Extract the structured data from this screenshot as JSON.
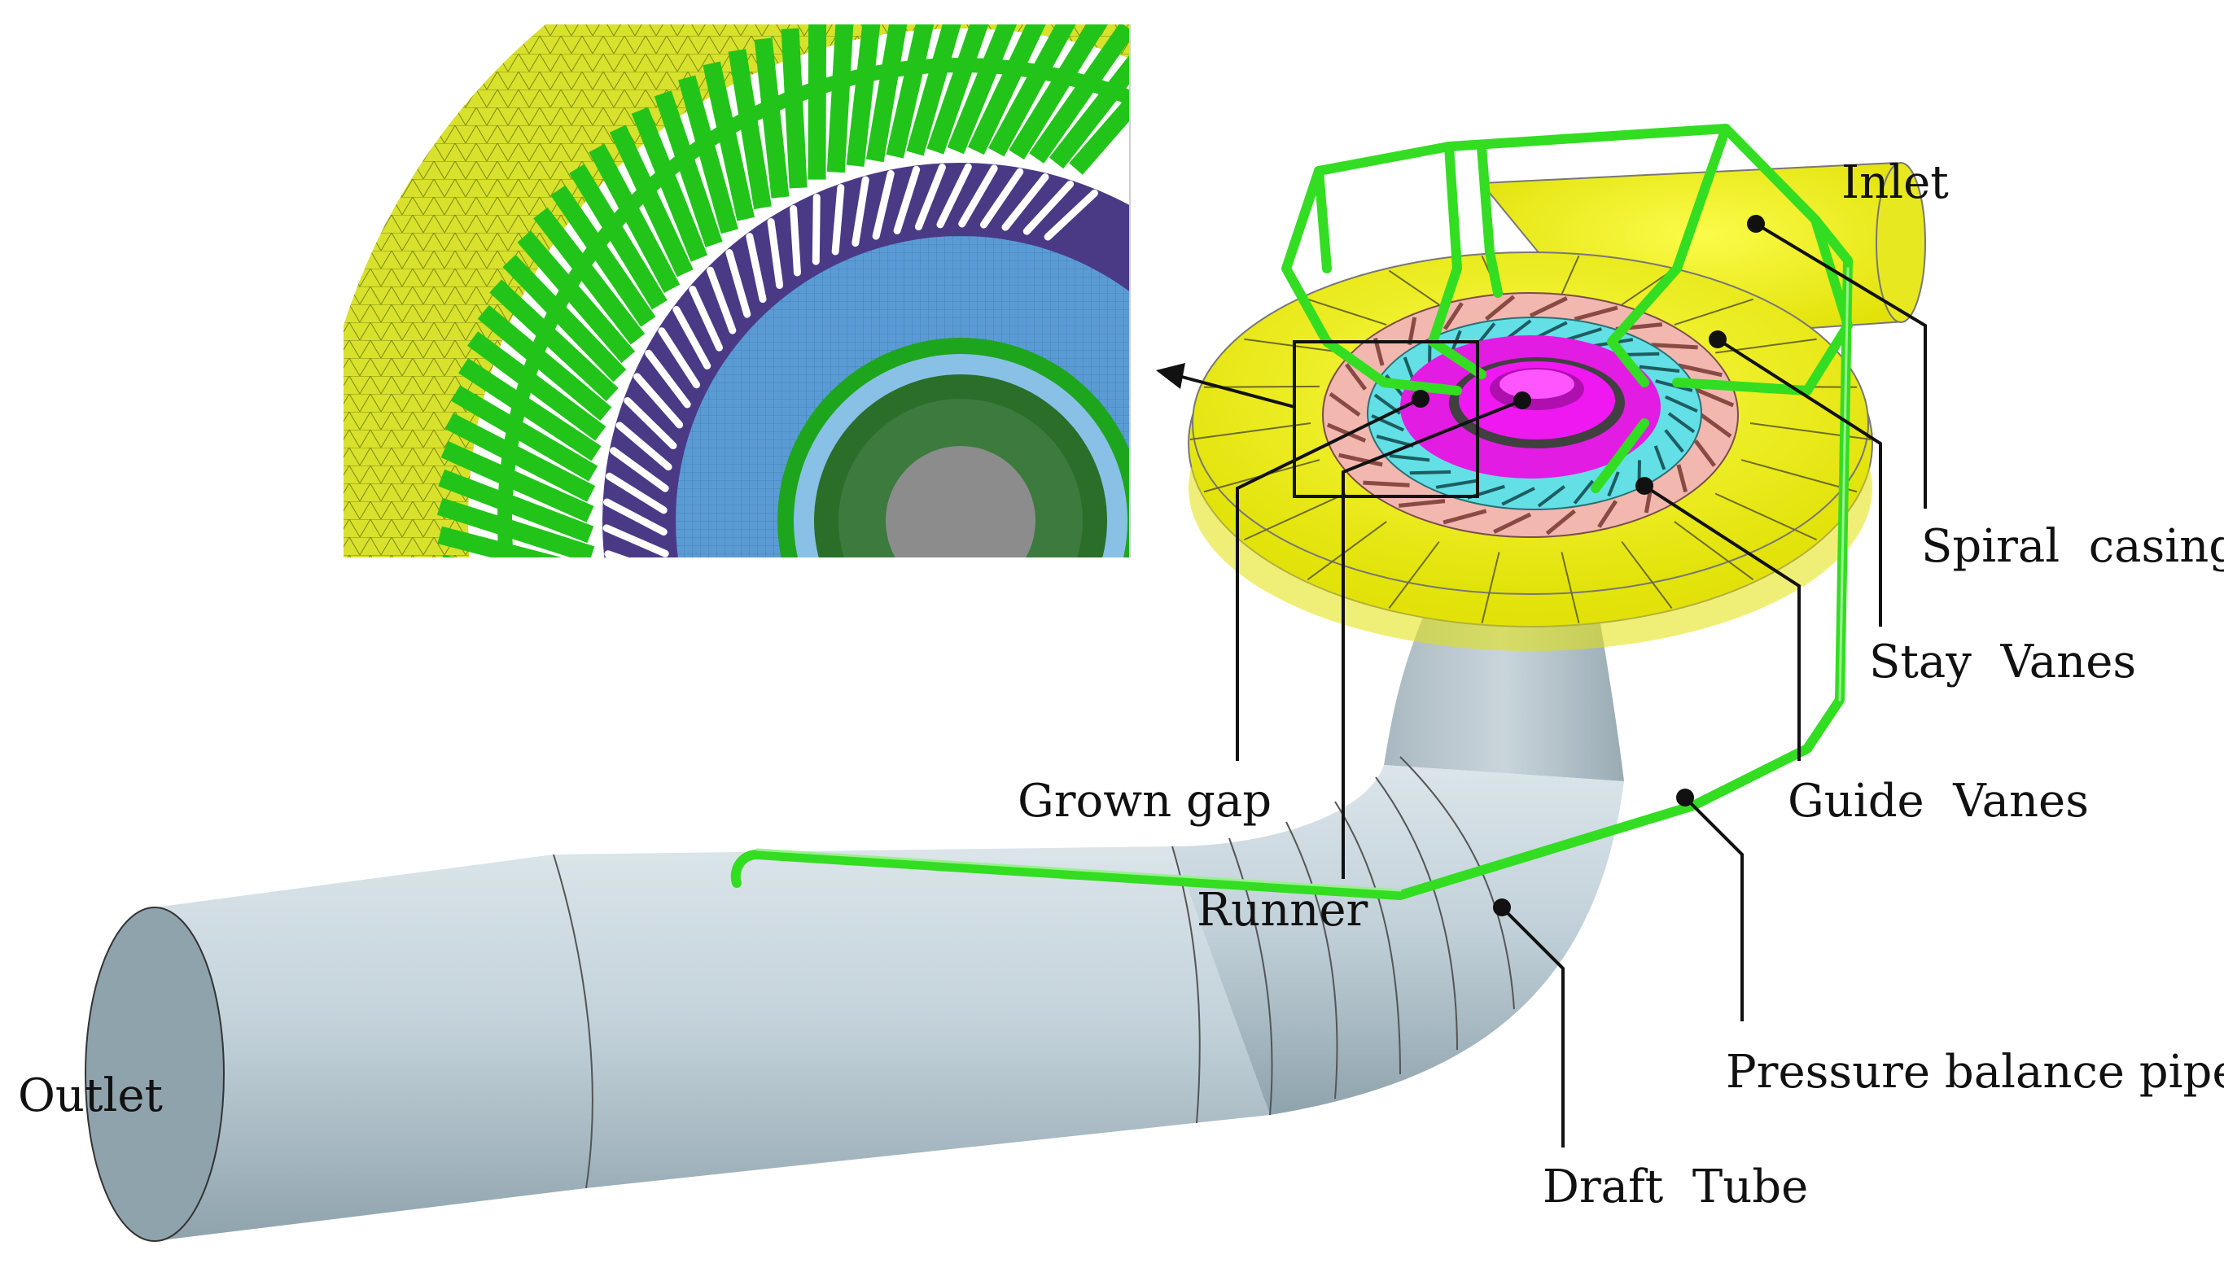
{
  "labels": {
    "inlet": "Inlet",
    "spiral_casing": "Spiral  casing",
    "stay_vanes": "Stay  Vanes",
    "guide_vanes": "Guide  Vanes",
    "grown_gap": "Grown gap",
    "runner": "Runner",
    "pressure_balance_pipe": "Pressure balance pipe",
    "draft_tube": "Draft  Tube",
    "outlet": "Outlet"
  },
  "colors": {
    "spiral_casing": "#f2f21a",
    "stay_vanes": "#f2b8b0",
    "guide_vanes": "#62e0e6",
    "runner": "#f018f0",
    "pressure_balance_pipe": "#33dd22",
    "draft_tube": "#c3d2da",
    "inset_casing_mesh": "#d6e02a",
    "inset_runner_band": "#4a3a86",
    "inset_blue_ring": "#5b9bd5"
  }
}
